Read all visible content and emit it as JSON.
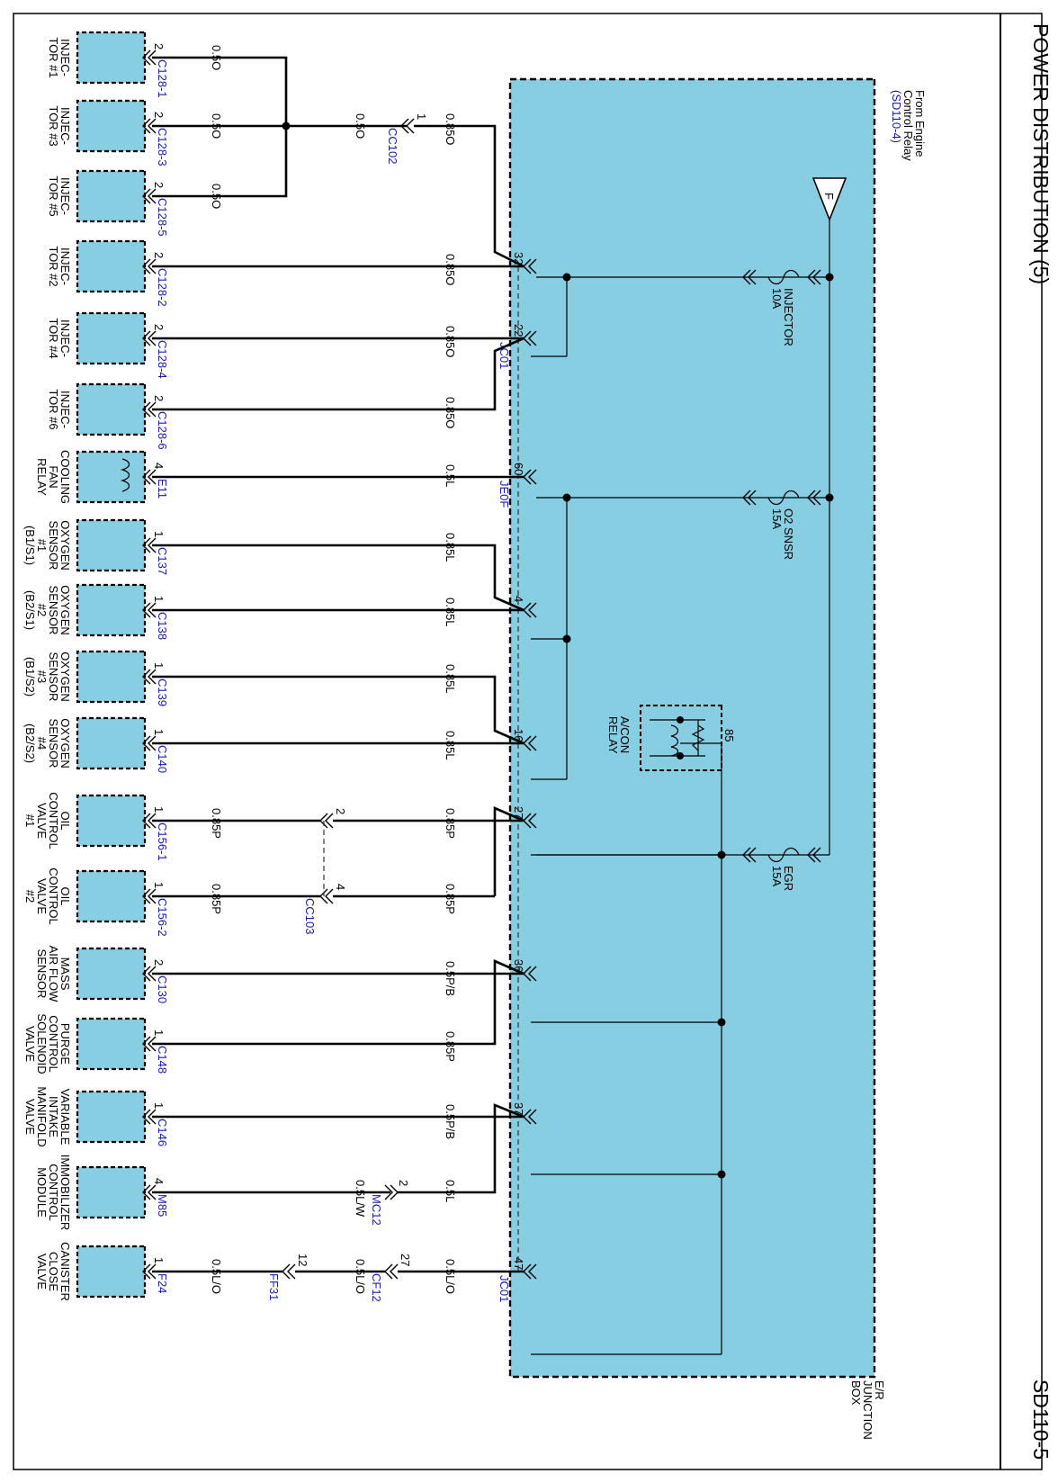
{
  "title": "POWER DISTRIBUTION (5)",
  "page_code": "SD110-5",
  "colors": {
    "box_fill": "#87CEE3",
    "conn_label": "#1a1aaa",
    "wire": "#000000"
  },
  "junction_box": {
    "label_lines": [
      "E/R",
      "JUNCTION",
      "BOX"
    ]
  },
  "source": {
    "lines": [
      "From Engine",
      "Control Relay"
    ],
    "ref": "(SD110-4)",
    "terminal": "F"
  },
  "fuses": [
    {
      "name": "INJECTOR",
      "rating": "10A"
    },
    {
      "name": "O2 SNSR",
      "rating": "15A"
    },
    {
      "name": "EGR",
      "rating": "15A"
    }
  ],
  "relay": {
    "lines": [
      "A/CON",
      "RELAY"
    ],
    "pin": "85"
  },
  "jb_pins": [
    "32",
    "22",
    "60",
    "4",
    "16",
    "27",
    "36",
    "37",
    "47"
  ],
  "jb_connectors": [
    "JC01",
    "JE0F",
    "JC01"
  ],
  "inline_connectors": [
    {
      "name": "CC102",
      "pin": "1"
    },
    {
      "name": "CC103",
      "pin_a": "2",
      "pin_b": "4"
    },
    {
      "name": "MC12",
      "pin": "2"
    },
    {
      "name": "CF12",
      "pin": "27"
    },
    {
      "name": "FF31",
      "pin": "12"
    }
  ],
  "wires": {
    "w_inj_common": "0.5O",
    "w_inj1": "0.5O",
    "w_inj3": "0.5O",
    "w_inj5": "0.5O",
    "w_cc102": "0.85O",
    "w_inj2": "0.85O",
    "w_inj4": "0.85O",
    "w_inj6": "0.85O",
    "w_fan": "0.5L",
    "w_ox1": "0.85L",
    "w_ox2": "0.85L",
    "w_ox3": "0.85L",
    "w_ox4": "0.85L",
    "w_ocv1_jb": "0.85P",
    "w_ocv1": "0.85P",
    "w_ocv2_jb": "0.85P",
    "w_ocv2": "0.85P",
    "w_maf": "0.5P/B",
    "w_purge": "0.85P",
    "w_vim": "0.5P/B",
    "w_imm_jb": "0.5L",
    "w_imm": "0.5L/W",
    "w_can_jb": "0.5L/O",
    "w_can_mid": "0.5L/O",
    "w_can": "0.5L/O"
  },
  "components": [
    {
      "lines": [
        "INJEC-",
        "TOR #1"
      ],
      "connector": "C128-1",
      "pin": "2"
    },
    {
      "lines": [
        "INJEC-",
        "TOR #3"
      ],
      "connector": "C128-3",
      "pin": "2"
    },
    {
      "lines": [
        "INJEC-",
        "TOR #5"
      ],
      "connector": "C128-5",
      "pin": "2"
    },
    {
      "lines": [
        "INJEC-",
        "TOR #2"
      ],
      "connector": "C128-2",
      "pin": "2"
    },
    {
      "lines": [
        "INJEC-",
        "TOR #4"
      ],
      "connector": "C128-4",
      "pin": "2"
    },
    {
      "lines": [
        "INJEC-",
        "TOR #6"
      ],
      "connector": "C128-6",
      "pin": "2"
    },
    {
      "lines": [
        "COOLING",
        "FAN",
        "RELAY"
      ],
      "connector": "E11",
      "pin": "4"
    },
    {
      "lines": [
        "OXYGEN",
        "SENSOR",
        "#1",
        "(B1/S1)"
      ],
      "connector": "C137",
      "pin": "1"
    },
    {
      "lines": [
        "OXYGEN",
        "SENSOR",
        "#2",
        "(B2/S1)"
      ],
      "connector": "C138",
      "pin": "1"
    },
    {
      "lines": [
        "OXYGEN",
        "SENSOR",
        "#3",
        "(B1/S2)"
      ],
      "connector": "C139",
      "pin": "1"
    },
    {
      "lines": [
        "OXYGEN",
        "SENSOR",
        "#4",
        "(B2/S2)"
      ],
      "connector": "C140",
      "pin": "1"
    },
    {
      "lines": [
        "OIL",
        "CONTROL",
        "VALVE",
        "#1"
      ],
      "connector": "C156-1",
      "pin": "1"
    },
    {
      "lines": [
        "OIL",
        "CONTROL",
        "VALVE",
        "#2"
      ],
      "connector": "C156-2",
      "pin": "1"
    },
    {
      "lines": [
        "MASS",
        "AIR FLOW",
        "SENSOR"
      ],
      "connector": "C130",
      "pin": "2"
    },
    {
      "lines": [
        "PURGE",
        "CONTROL",
        "SOLENOID",
        "VALVE"
      ],
      "connector": "C148",
      "pin": "1"
    },
    {
      "lines": [
        "VARIABLE",
        "INTAKE",
        "MANIFOLD",
        "VALVE"
      ],
      "connector": "C146",
      "pin": "1"
    },
    {
      "lines": [
        "IMMOBILIZER",
        "CONTROL",
        "MODULE"
      ],
      "connector": "M85",
      "pin": "4"
    },
    {
      "lines": [
        "CANISTER",
        "CLOSE",
        "VALVE"
      ],
      "connector": "F24",
      "pin": "1"
    }
  ]
}
